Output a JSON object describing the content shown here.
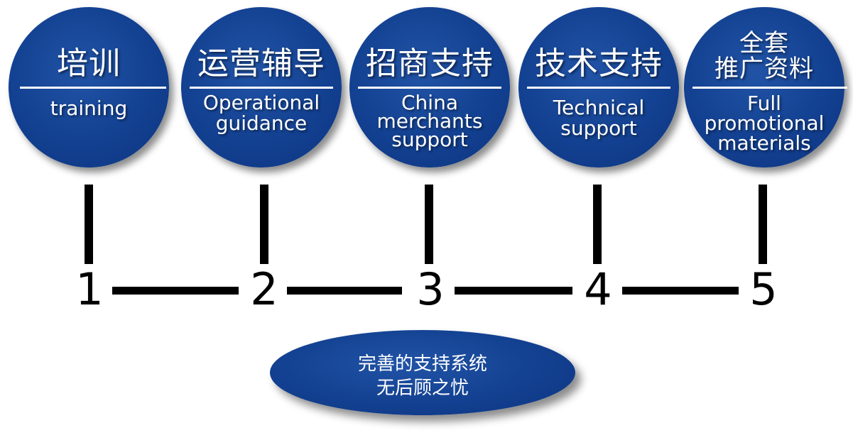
{
  "steps": [
    {
      "number": "1",
      "zh": "培训",
      "en": "training"
    },
    {
      "number": "2",
      "zh": "运营辅导",
      "en": "Operational guidance"
    },
    {
      "number": "3",
      "zh": "招商支持",
      "en": "China merchants support"
    },
    {
      "number": "4",
      "zh": "技术支持",
      "en": "Technical support"
    },
    {
      "number": "5",
      "zh_line1": "全套",
      "zh_line2": "推广资料",
      "en": "Full promotional materials"
    }
  ],
  "footer": {
    "line1": "完善的支持系统",
    "line2": "无后顾之忧"
  },
  "colors": {
    "circle_fill": "#123f8f",
    "text": "#ffffff",
    "connector": "#000000"
  }
}
